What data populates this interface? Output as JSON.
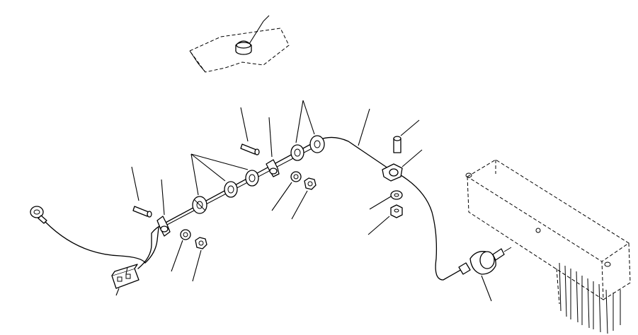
{
  "drawing": {
    "style": "exploded-view parts diagram, black line art on white",
    "callout_labels": [],
    "colors": {
      "line": "#000000",
      "background": "#ffffff"
    }
  },
  "components": [
    {
      "id": "ground-terminal",
      "icon": "ring-terminal-icon"
    },
    {
      "id": "connector",
      "icon": "connector-plug-icon"
    },
    {
      "id": "harness-wire",
      "icon": "wire-icon"
    },
    {
      "id": "clamp",
      "icon": "clamp-icon"
    },
    {
      "id": "bolt",
      "icon": "bolt-icon"
    },
    {
      "id": "washer",
      "icon": "washer-icon"
    },
    {
      "id": "nut",
      "icon": "nut-icon"
    },
    {
      "id": "grommet",
      "icon": "grommet-icon"
    },
    {
      "id": "sensor",
      "icon": "sensor-icon"
    },
    {
      "id": "mounting-bracket",
      "icon": "bracket-icon"
    },
    {
      "id": "cap",
      "icon": "cap-icon"
    }
  ]
}
